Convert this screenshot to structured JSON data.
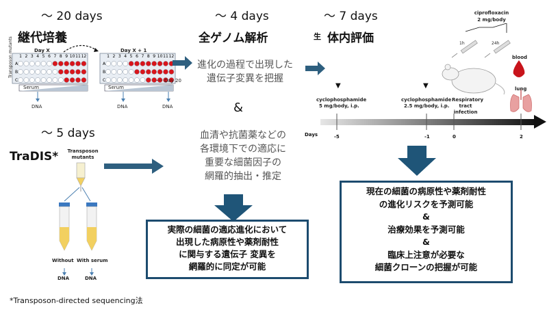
{
  "colors": {
    "arrow": "#2e5f7f",
    "box_border": "#1c4b6e",
    "well_red": "#d9151b",
    "timeline": "#111111"
  },
  "col1": {
    "days": "～ 20 days",
    "title": "継代培養",
    "plate1": {
      "title": "Day X",
      "cols": [
        "1",
        "2",
        "3",
        "4",
        "5",
        "6",
        "7",
        "8",
        "9",
        "10",
        "11",
        "12"
      ],
      "rows": [
        "A",
        "B",
        "C"
      ],
      "side": "Transposon mutants"
    },
    "plate2": {
      "title": "Day X + 1",
      "cols": [
        "1",
        "2",
        "3",
        "4",
        "5",
        "6",
        "7",
        "8",
        "9",
        "10",
        "11",
        "12"
      ],
      "rows": [
        "A",
        "B",
        "C"
      ]
    },
    "serum": "Serum",
    "dna": "DNA",
    "ellipsis": "...",
    "day20": "Day 20"
  },
  "col2": {
    "days": "～ 4 days",
    "title": "全ゲノム解析",
    "text1": "進化の過程で出現した",
    "text2": "遺伝子変異を把握",
    "amp": "&",
    "text3": "血清や抗菌薬などの",
    "text4": "各環境下での適応に",
    "text5": "重要な細菌因子の",
    "text6": "網羅的抽出・推定",
    "box": [
      "実際の細菌の適応進化において",
      "出現した病原性や薬剤耐性",
      "に関与する遺伝子 変異を",
      "網羅的に同定が可能"
    ]
  },
  "col3": {
    "days": "～ 7 days",
    "title_prefix": "生",
    "title": "体内評価",
    "cipro": "ciprofloxacin",
    "cipro_dose": "2 mg/body",
    "t1": "1h",
    "t2": "24h",
    "blood": "blood",
    "lung": "lung",
    "cyclo1": "cyclophosphamide",
    "cyclo1_dose": "5 mg/body, i.p.",
    "cyclo2": "cyclophosphamide",
    "cyclo2_dose": "2.5 mg/body, i.p.",
    "resp1": "Respiratory",
    "resp2": "tract",
    "resp3": "infection",
    "axis_label": "Days",
    "ticks": [
      "-5",
      "-1",
      "0",
      "2"
    ],
    "box": [
      "現在の細菌の病原性や薬剤耐性",
      "の進化リスクを予測可能",
      "&",
      "治療効果を予測可能",
      "&",
      "臨床上注意が必要な",
      "細菌クローンの把握が可能"
    ]
  },
  "tradis": {
    "days": "～ 5 days",
    "title": "TraDIS*",
    "transposon": "Transposon",
    "mutants": "mutants",
    "without": "Without",
    "with_serum": "With serum",
    "dna": "DNA"
  },
  "footnote": "*Transposon-directed sequencing法"
}
